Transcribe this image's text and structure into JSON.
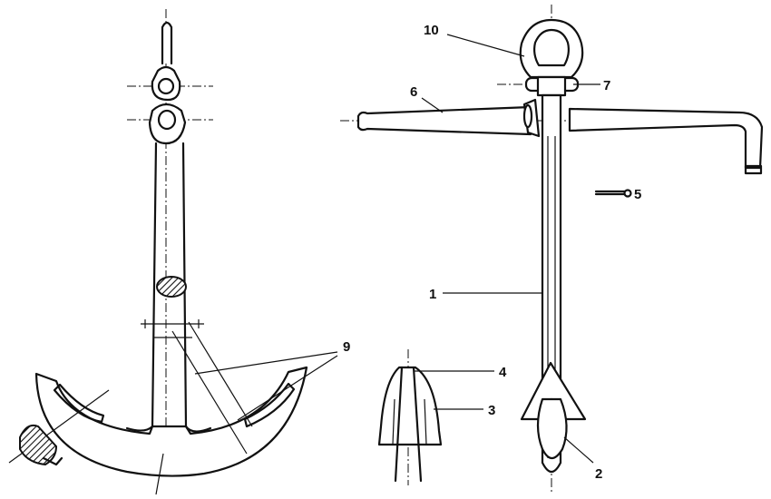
{
  "labels": {
    "part_1": "1",
    "part_2": "2",
    "part_3": "3",
    "part_4": "4",
    "part_5": "5",
    "part_6": "6",
    "part_7": "7",
    "part_9": "9",
    "part_10": "10"
  }
}
